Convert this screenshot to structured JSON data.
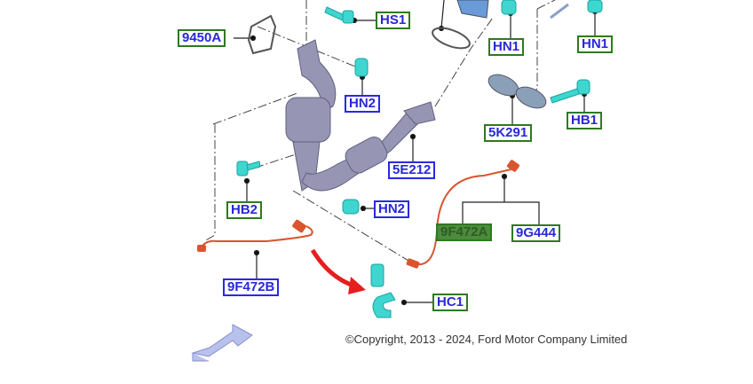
{
  "diagram": {
    "callouts": [
      {
        "id": "9450A",
        "status": "green"
      },
      {
        "id": "HS1",
        "status": "green"
      },
      {
        "id": "HN1",
        "status": "green"
      },
      {
        "id": "HN1",
        "status": "green"
      },
      {
        "id": "HN2",
        "status": "blue"
      },
      {
        "id": "5K291",
        "status": "green"
      },
      {
        "id": "HB1",
        "status": "green"
      },
      {
        "id": "5E212",
        "status": "blue"
      },
      {
        "id": "HB2",
        "status": "green"
      },
      {
        "id": "HN2",
        "status": "blue"
      },
      {
        "id": "9F472A",
        "status": "selected"
      },
      {
        "id": "9G444",
        "status": "green"
      },
      {
        "id": "9F472B",
        "status": "blue"
      },
      {
        "id": "HC1",
        "status": "green"
      }
    ],
    "copyright": "©Copyright, 2013 - 2024, Ford Motor Company Limited"
  },
  "colors": {
    "green_border": "#2d7a1f",
    "blue_border": "#2a2ae0",
    "label_text": "#2828d8",
    "selected_fill": "#4d8a3d",
    "fastener": "#3fd6d0",
    "sensor": "#d9552e",
    "pipe": "#8a8aa8",
    "arrow": "#e61e1e",
    "nav_arrow": "#b8c0ee"
  }
}
